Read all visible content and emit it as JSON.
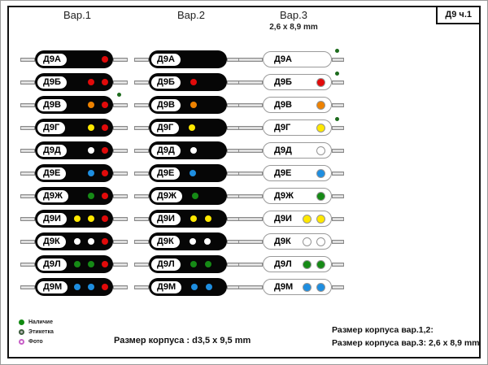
{
  "frame_label": "Д9 ч.1",
  "columns": [
    {
      "title": "Вар.1",
      "subtitle": "",
      "body_style": "black",
      "rows": [
        {
          "label": "Д9А",
          "dots": [
            "red"
          ],
          "outer_mark": false
        },
        {
          "label": "Д9Б",
          "dots": [
            "red",
            "red"
          ],
          "outer_mark": false
        },
        {
          "label": "Д9В",
          "dots": [
            "orange",
            "red"
          ],
          "outer_mark": true
        },
        {
          "label": "Д9Г",
          "dots": [
            "yellow",
            "red"
          ],
          "outer_mark": false
        },
        {
          "label": "Д9Д",
          "dots": [
            "white",
            "red"
          ],
          "outer_mark": false
        },
        {
          "label": "Д9Е",
          "dots": [
            "blue",
            "red"
          ],
          "outer_mark": false
        },
        {
          "label": "Д9Ж",
          "dots": [
            "green",
            "red"
          ],
          "outer_mark": false
        },
        {
          "label": "Д9И",
          "dots": [
            "yellow",
            "yellow",
            "red"
          ],
          "outer_mark": false
        },
        {
          "label": "Д9К",
          "dots": [
            "white",
            "white",
            "red"
          ],
          "outer_mark": false
        },
        {
          "label": "Д9Л",
          "dots": [
            "green",
            "green",
            "red"
          ],
          "outer_mark": false
        },
        {
          "label": "Д9М",
          "dots": [
            "blue",
            "blue",
            "red"
          ],
          "outer_mark": false
        }
      ]
    },
    {
      "title": "Вар.2",
      "subtitle": "",
      "body_style": "black",
      "rows": [
        {
          "label": "Д9А",
          "dots": [],
          "outer_mark": false
        },
        {
          "label": "Д9Б",
          "dots": [
            "red"
          ],
          "outer_mark": false
        },
        {
          "label": "Д9В",
          "dots": [
            "orange"
          ],
          "outer_mark": false
        },
        {
          "label": "Д9Г",
          "dots": [
            "yellow"
          ],
          "outer_mark": false
        },
        {
          "label": "Д9Д",
          "dots": [
            "white"
          ],
          "outer_mark": false
        },
        {
          "label": "Д9Е",
          "dots": [
            "blue"
          ],
          "outer_mark": false
        },
        {
          "label": "Д9Ж",
          "dots": [
            "green"
          ],
          "outer_mark": false
        },
        {
          "label": "Д9И",
          "dots": [
            "yellow",
            "yellow"
          ],
          "outer_mark": false
        },
        {
          "label": "Д9К",
          "dots": [
            "white",
            "white"
          ],
          "outer_mark": false
        },
        {
          "label": "Д9Л",
          "dots": [
            "green",
            "green"
          ],
          "outer_mark": false
        },
        {
          "label": "Д9М",
          "dots": [
            "blue",
            "blue"
          ],
          "outer_mark": false
        }
      ]
    },
    {
      "title": "Вар.3",
      "subtitle": "2,6 x 8,9 mm",
      "body_style": "white",
      "rows": [
        {
          "label": "Д9А",
          "dots": [],
          "outer_mark": true
        },
        {
          "label": "Д9Б",
          "dots": [
            "red"
          ],
          "outer_mark": true
        },
        {
          "label": "Д9В",
          "dots": [
            "orange"
          ],
          "outer_mark": false
        },
        {
          "label": "Д9Г",
          "dots": [
            "yellow"
          ],
          "outer_mark": true
        },
        {
          "label": "Д9Д",
          "dots": [
            "outline"
          ],
          "outer_mark": false
        },
        {
          "label": "Д9Е",
          "dots": [
            "blue"
          ],
          "outer_mark": false
        },
        {
          "label": "Д9Ж",
          "dots": [
            "green"
          ],
          "outer_mark": false
        },
        {
          "label": "Д9И",
          "dots": [
            "yellow",
            "yellow"
          ],
          "outer_mark": false
        },
        {
          "label": "Д9К",
          "dots": [
            "outline",
            "outline"
          ],
          "outer_mark": false
        },
        {
          "label": "Д9Л",
          "dots": [
            "green",
            "green"
          ],
          "outer_mark": false
        },
        {
          "label": "Д9М",
          "dots": [
            "blue",
            "blue"
          ],
          "outer_mark": false
        }
      ]
    }
  ],
  "dot_colors": {
    "red": "#e10a0a",
    "orange": "#ee8200",
    "yellow": "#ffe800",
    "white": "#ffffff",
    "blue": "#1e8ee0",
    "green": "#168a16",
    "outline": "#ffffff",
    "availability_marker": "#1d6b1d"
  },
  "legend": [
    {
      "label": "Наличие",
      "dot_fill": "#118a11",
      "dot_ring": "#118a11"
    },
    {
      "label": "Этикетка",
      "dot_fill": "#b8b8b8",
      "dot_ring": "#3d5c3d"
    },
    {
      "label": "Фото",
      "dot_fill": "#ffffff",
      "dot_ring": "#c75fc7"
    }
  ],
  "footer": {
    "center_note": "Размер корпуса : d3,5 x 9,5 mm",
    "right_note_line1": "Размер корпуса вар.1,2:",
    "right_note_line2": "Размер корпуса вар.3: 2,6 x 8,9 mm"
  }
}
